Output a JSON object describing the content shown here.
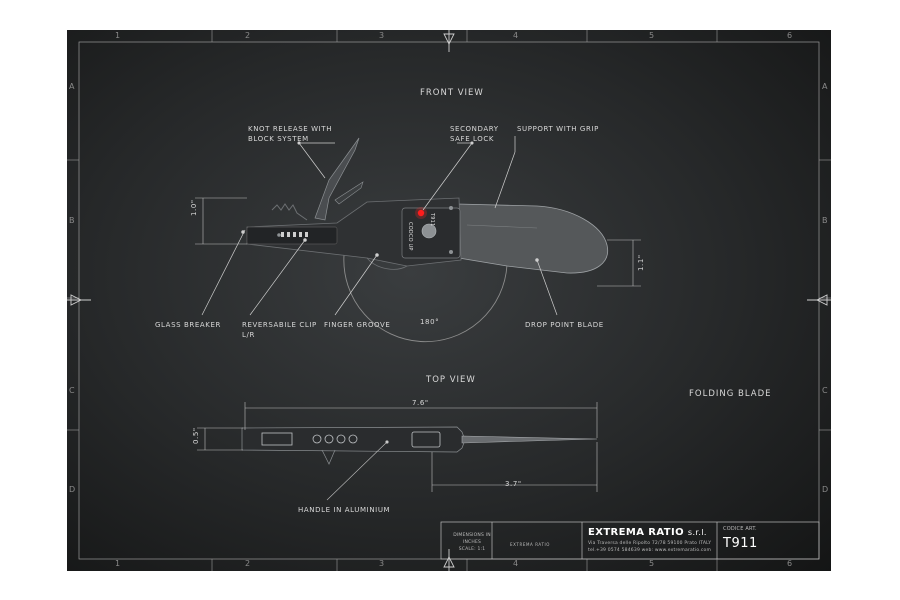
{
  "views": {
    "front": "FRONT VIEW",
    "top": "TOP VIEW"
  },
  "labels": {
    "knot_release_1": "KNOT RELEASE WITH",
    "knot_release_2": "BLOCK SYSTEM",
    "secondary_lock_1": "SECONDARY",
    "secondary_lock_2": "SAFE LOCK",
    "support_grip": "SUPPORT WITH GRIP",
    "glass_breaker": "GLASS BREAKER",
    "reversible_clip_1": "REVERSABILE CLIP",
    "reversible_clip_2": "L/R",
    "finger_groove": "FINGER GROOVE",
    "drop_point": "DROP POINT BLADE",
    "folding_blade": "FOLDING BLADE",
    "handle_aluminium": "HANDLE IN ALUMINIUM",
    "rotation": "180°"
  },
  "dimensions": {
    "handle_height": "1.0\"",
    "blade_height": "1.1\"",
    "overall_length": "7.6\"",
    "thickness": "0.5\"",
    "blade_length": "3.7\""
  },
  "grid": {
    "columns": [
      "1",
      "2",
      "3",
      "4",
      "5",
      "6"
    ],
    "rows": [
      "A",
      "B",
      "C",
      "D"
    ]
  },
  "title_block": {
    "dimensions_1": "DIMENSIONS IN",
    "dimensions_2": "INCHES",
    "scale": "SCALE: 1:1",
    "mini_logo": "EXTREMA RATIO",
    "brand": "EXTREMA RATIO",
    "brand_suffix": "s.r.l.",
    "address": "Via Traversa delle Ripolto 72/78 59100 Prato ITALY",
    "contact": "tel.+39 0574 584639 web: www.extremaratio.com",
    "code_label": "CODICE ART.",
    "code": "T911"
  },
  "knife_marks": {
    "model": "T911",
    "text": "CODCO UP"
  },
  "colors": {
    "background": "#262829",
    "line": "#cfcfcf",
    "lock_red": "#ff1a1a"
  }
}
